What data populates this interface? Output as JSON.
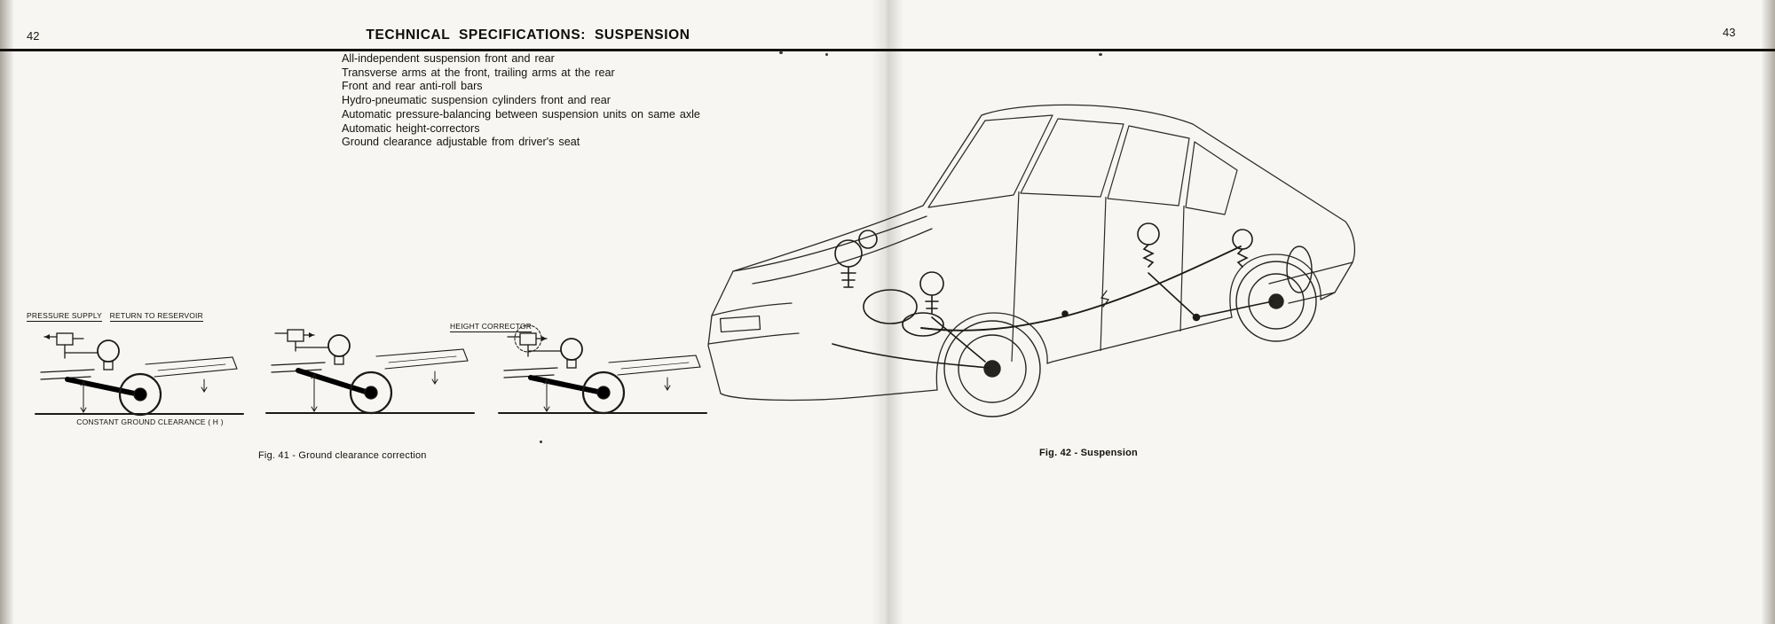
{
  "header": {
    "title": "TECHNICAL SPECIFICATIONS: SUSPENSION",
    "page_number_left": "42",
    "page_number_right": "43"
  },
  "specs": {
    "lines": [
      "All-independent suspension front and rear",
      "Transverse arms at the front, trailing arms at the rear",
      "Front and rear anti-roll bars",
      "Hydro-pneumatic suspension cylinders front and rear",
      "Automatic pressure-balancing between suspension units on same axle",
      "Automatic height-correctors",
      "Ground clearance adjustable from driver's seat"
    ]
  },
  "figure41": {
    "label_pressure_supply": "PRESSURE SUPPLY",
    "label_return_to_reservoir": "RETURN TO RESERVOIR",
    "label_height_corrector": "HEIGHT CORRECTOR",
    "label_constant_ground_clearance": "CONSTANT GROUND CLEARANCE ( H )",
    "caption": "Fig. 41 - Ground clearance correction"
  },
  "figure42": {
    "caption": "Fig. 42 - Suspension"
  }
}
